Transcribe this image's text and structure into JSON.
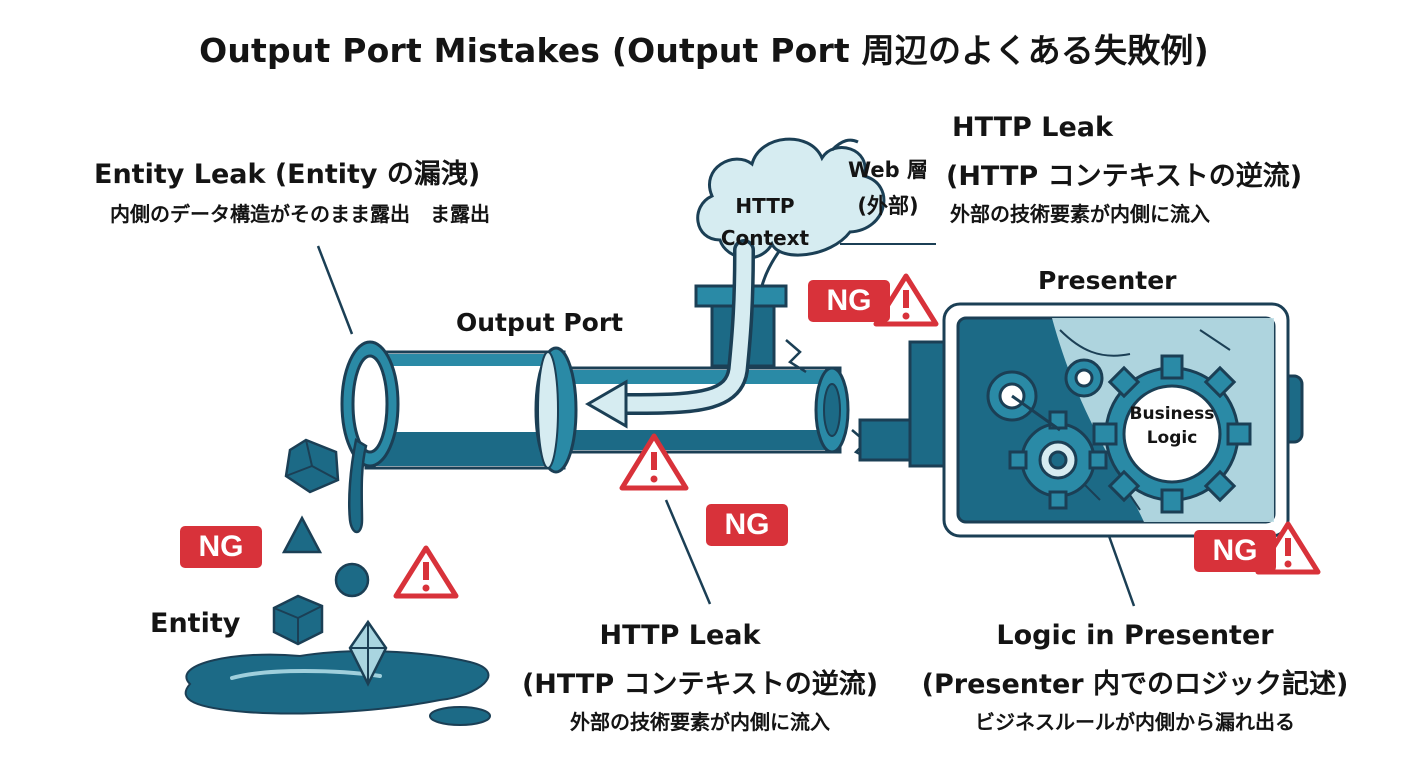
{
  "title": "Output Port Mistakes (Output Port 周辺のよくある失敗例)",
  "entity_leak": {
    "heading": "Entity Leak (Entity の漏洩)",
    "description": "内側のデータ構造がそのまま露出　ま露出"
  },
  "http_leak_top": {
    "heading": "HTTP Leak",
    "subheading": "(HTTP コンテキストの逆流)",
    "description": "外部の技術要素が内側に流入"
  },
  "web_layer": {
    "line1": "Web 層",
    "line2": "(外部)"
  },
  "http_context": {
    "line1": "HTTP",
    "line2": "Context"
  },
  "output_port_label": "Output Port",
  "presenter_label": "Presenter",
  "business_logic": {
    "line1": "Business",
    "line2": "Logic"
  },
  "entity_label": "Entity",
  "http_leak_bottom": {
    "heading": "HTTP Leak",
    "subheading": "(HTTP コンテキストの逆流)",
    "description": "外部の技術要素が内側に流入"
  },
  "logic_in_presenter": {
    "heading": "Logic in Presenter",
    "subheading": "(Presenter 内でのロジック記述)",
    "description": "ビジネスルールが内側から漏れ出る"
  },
  "badges": {
    "ng": "NG"
  },
  "colors": {
    "teal_dark": "#1c6a86",
    "teal_mid": "#2a8aa6",
    "teal_light": "#cfe8ee",
    "outline": "#1b3f55",
    "alert_red": "#d8323a"
  }
}
